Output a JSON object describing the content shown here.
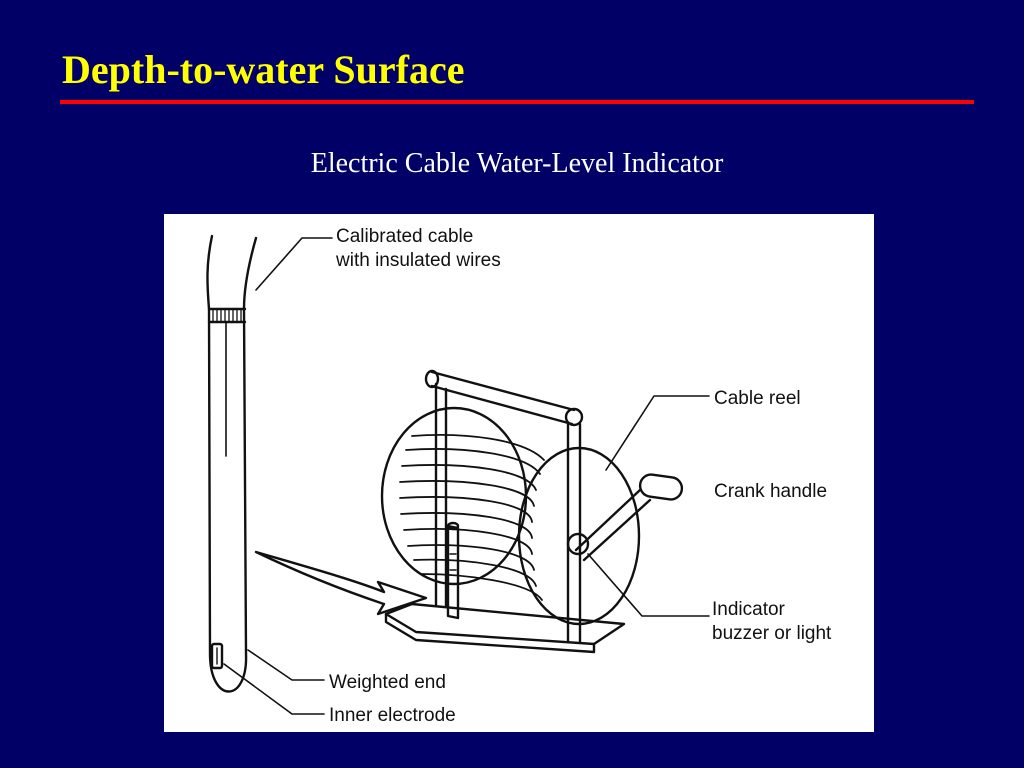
{
  "slide": {
    "title": "Depth-to-water Surface",
    "subtitle": "Electric Cable Water-Level Indicator"
  },
  "colors": {
    "background": "#000066",
    "title": "#ffff00",
    "rule": "#ff0000",
    "subtitle": "#ffffff",
    "figure_background": "#ffffff"
  },
  "diagram": {
    "labels": {
      "calibrated_cable_line1": "Calibrated cable",
      "calibrated_cable_line2": "with insulated wires",
      "cable_reel": "Cable reel",
      "crank_handle": "Crank handle",
      "indicator_line1": "Indicator",
      "indicator_line2": "buzzer or light",
      "weighted_end": "Weighted end",
      "inner_electrode": "Inner electrode"
    }
  }
}
